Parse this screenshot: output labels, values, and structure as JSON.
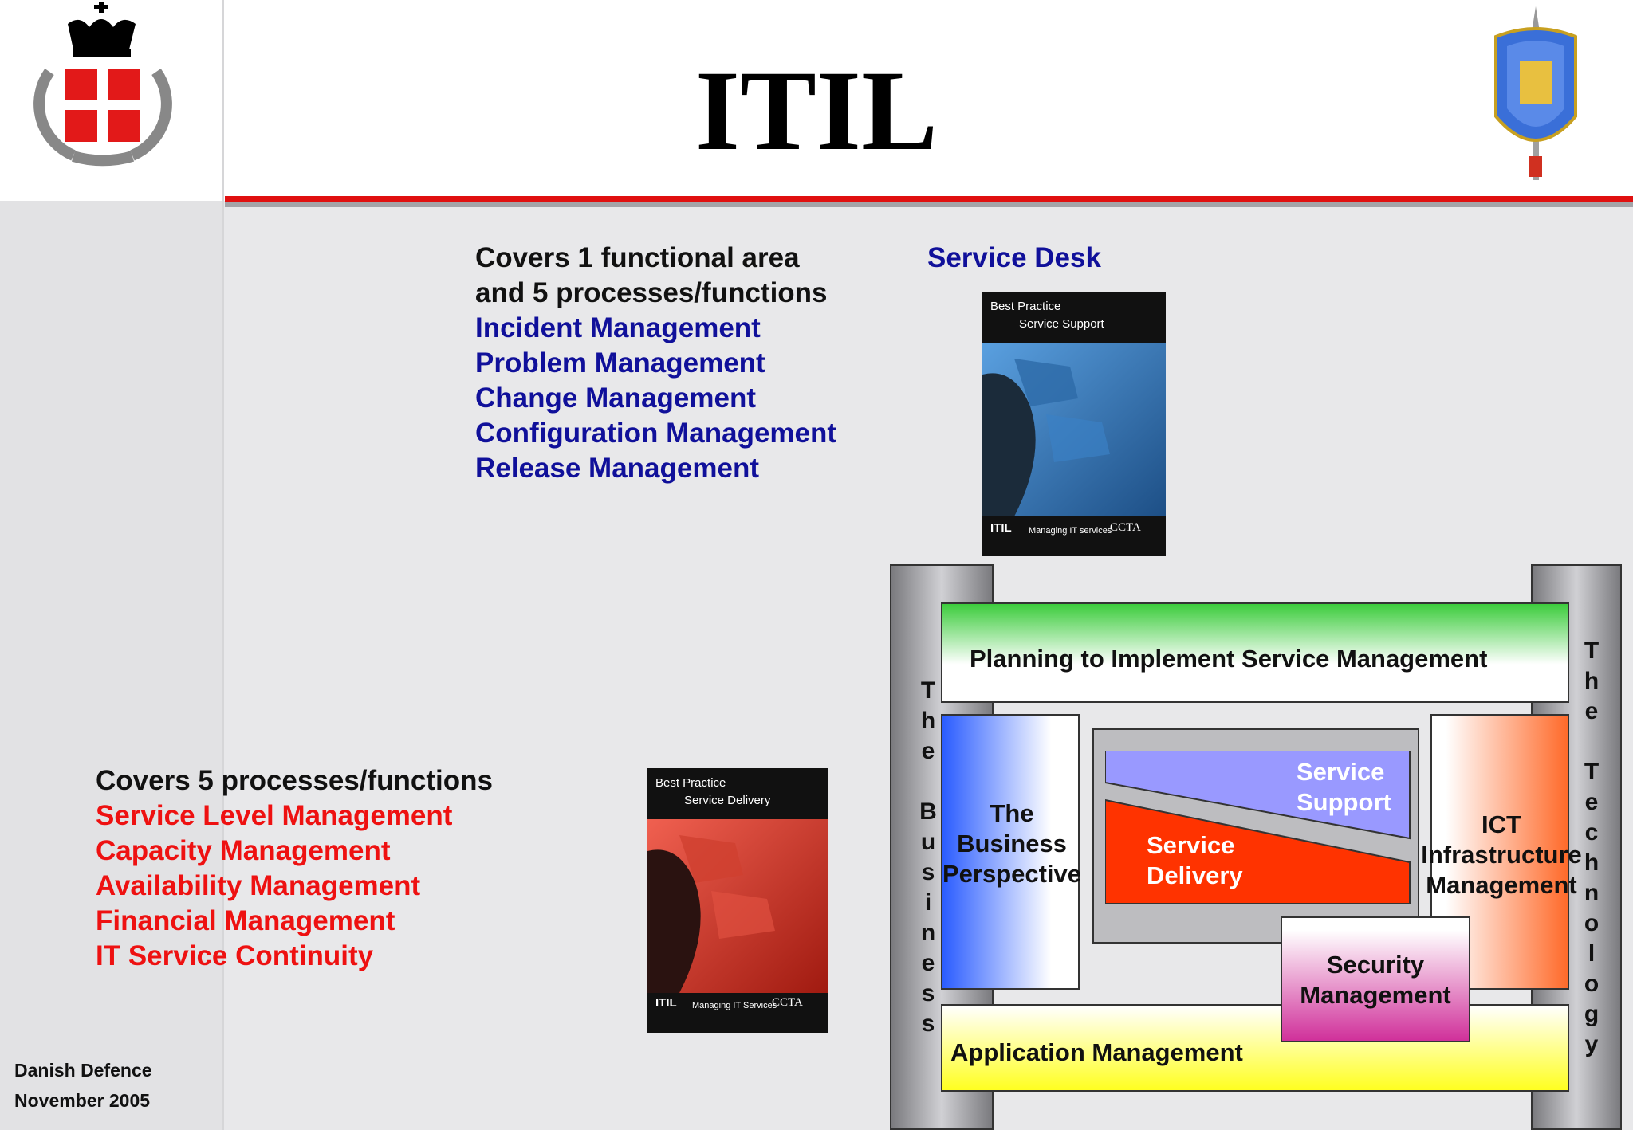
{
  "slide": {
    "title": "ITIL",
    "support": {
      "intro": [
        "Covers 1 functional area",
        "and 5 processes/functions"
      ],
      "items": [
        "Incident  Management",
        "Problem Management",
        "Change Management",
        "Configuration Management",
        "Release Management"
      ],
      "service_desk": "Service Desk"
    },
    "delivery": {
      "intro": "Covers 5 processes/functions",
      "items": [
        "Service Level Management",
        "Capacity  Management",
        "Availability Management",
        "Financial Management",
        "IT Service Continuity"
      ]
    },
    "book_support": {
      "brand": "Best Practice",
      "title": "Service Support",
      "footer_left": "ITIL",
      "footer_mid": "Managing IT services",
      "footer_right": "CCTA"
    },
    "book_delivery": {
      "brand": "Best Practice",
      "title": "Service Delivery",
      "footer_left": "ITIL",
      "footer_mid": "Managing IT Services",
      "footer_right": "CCTA"
    },
    "footer": {
      "org": "Danish Defence",
      "date": "November 2005"
    },
    "diagram": {
      "left_pillar": [
        "T",
        "h",
        "e",
        "",
        "B",
        "u",
        "s",
        "i",
        "n",
        "e",
        "s",
        "s"
      ],
      "right_pillar": [
        "T",
        "h",
        "e",
        "",
        "T",
        "e",
        "c",
        "h",
        "n",
        "o",
        "l",
        "o",
        "g",
        "y"
      ],
      "planning": "Planning to Implement Service Management",
      "business": [
        "The",
        "Business",
        "Perspective"
      ],
      "service_support": [
        "Service",
        "Support"
      ],
      "service_delivery": [
        "Service",
        "Delivery"
      ],
      "ict": [
        "ICT",
        "Infrastructure",
        "Management"
      ],
      "security": [
        "Security",
        "Management"
      ],
      "application": "Application Management"
    },
    "colors": {
      "accent_red": "#e01010",
      "blue_text": "#10109a",
      "red_text": "#ee1111"
    }
  }
}
